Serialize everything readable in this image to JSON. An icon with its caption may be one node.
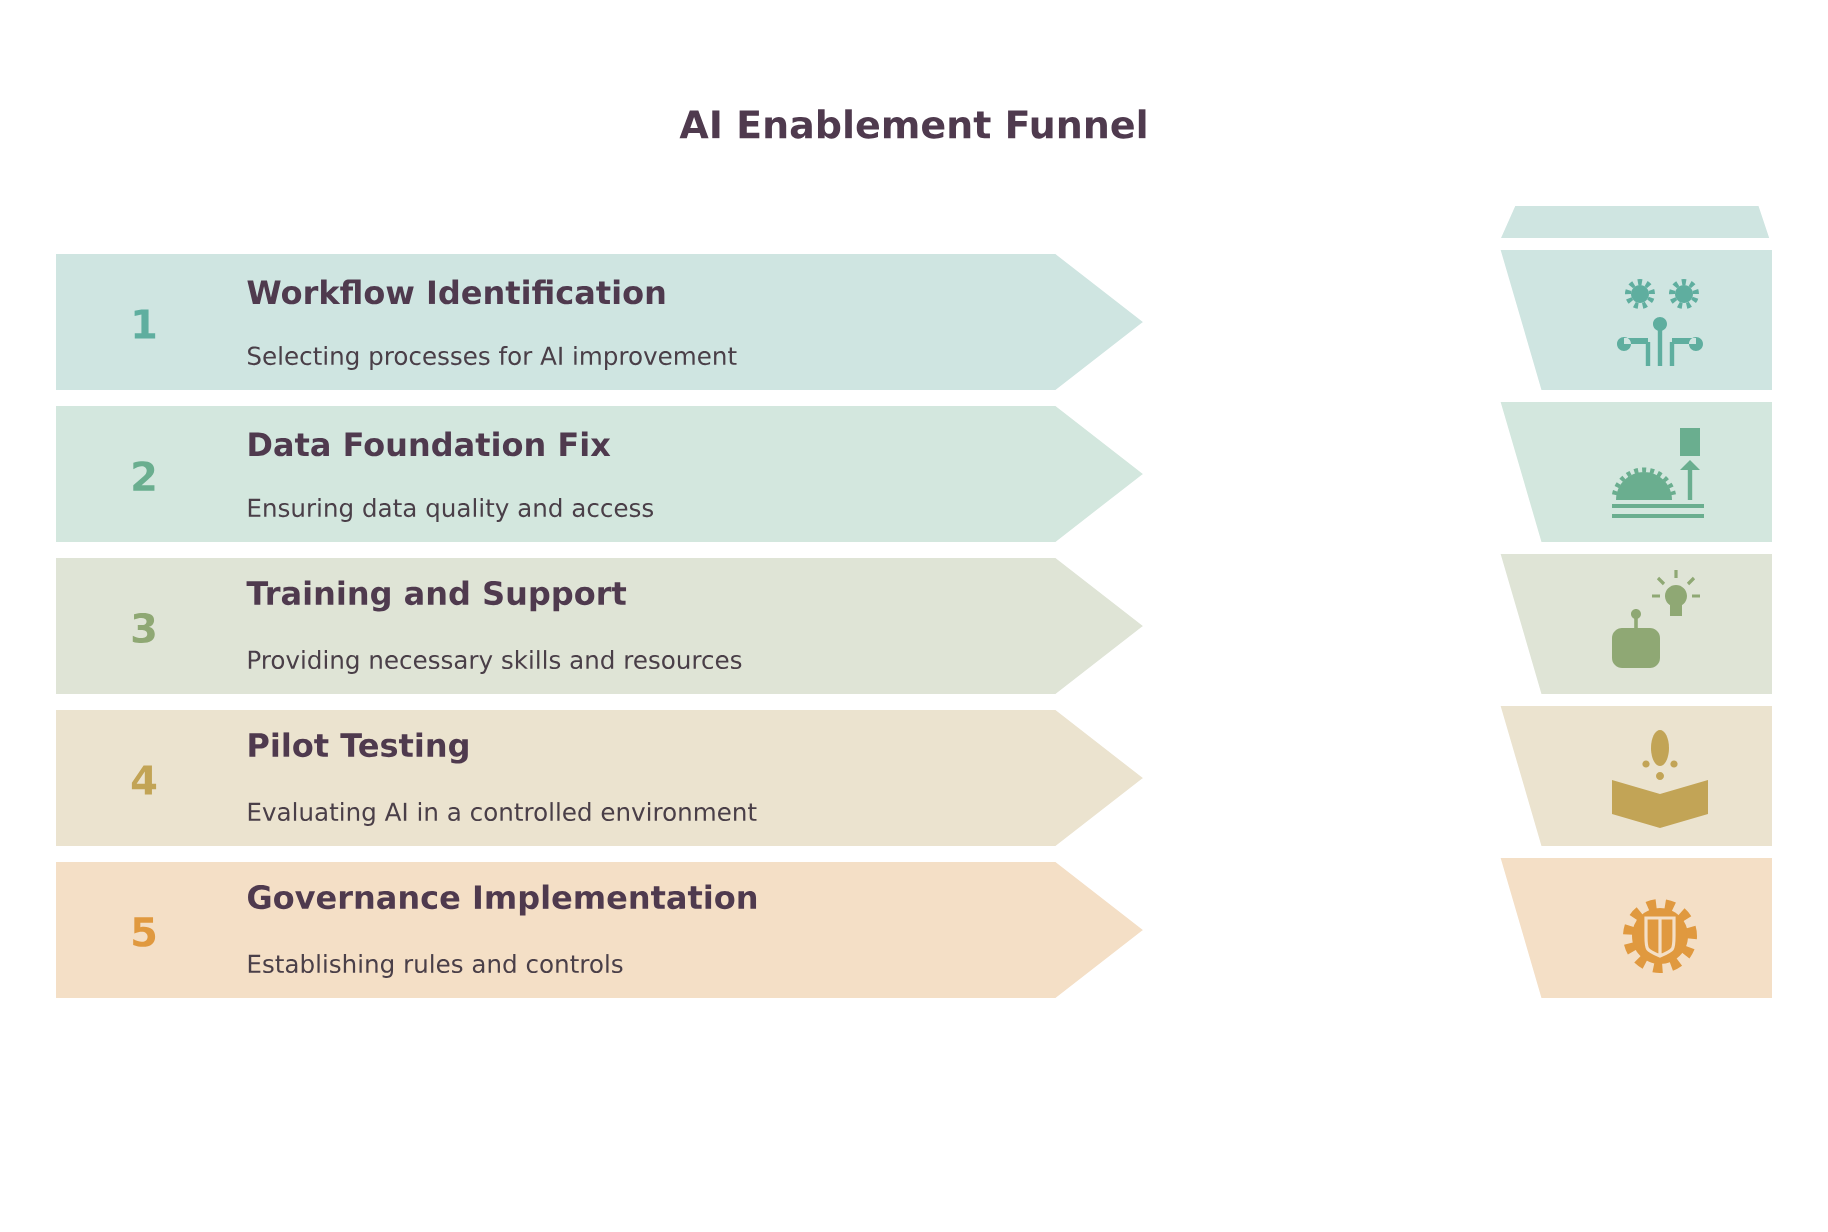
{
  "diagram": {
    "title": "AI Enablement Funnel",
    "nodes": [
      {
        "text": [
          "1",
          "Workflow Identification",
          "Selecting processes for AI improvement"
        ]
      },
      {
        "text": [
          "2",
          "Data Foundation Fix",
          "Ensuring data quality and access"
        ]
      },
      {
        "text": [
          "3",
          "Training and Support",
          "Providing necessary skills and resources"
        ]
      },
      {
        "text": [
          "4",
          "Pilot Testing",
          "Evaluating AI in a controlled environment"
        ]
      },
      {
        "text": [
          "5",
          "Governance Implementation",
          "Establishing rules and controls"
        ]
      },
      {
        "text": [],
        "shape": "trapezoid"
      },
      {
        "text": [],
        "shape": "trapezoid"
      },
      {
        "text": [],
        "shape": "trapezoid"
      },
      {
        "text": [],
        "shape": "trapezoid"
      },
      {
        "text": [],
        "shape": "trapezoid"
      },
      {
        "text": [],
        "shape": "trapezoid"
      }
    ]
  }
}
